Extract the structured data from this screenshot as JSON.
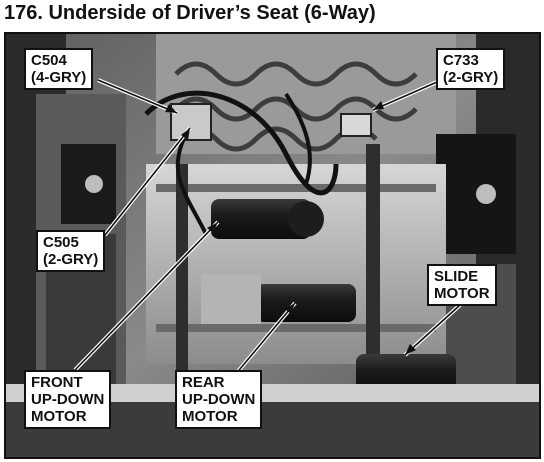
{
  "title": "176. Underside of Driver’s Seat (6-Way)",
  "callouts": {
    "c504": {
      "line1": "C504",
      "line2": "(4-GRY)"
    },
    "c733": {
      "line1": "C733",
      "line2": "(2-GRY)"
    },
    "c505": {
      "line1": "C505",
      "line2": "(2-GRY)"
    },
    "slide_motor": {
      "line1": "SLIDE",
      "line2": "MOTOR"
    },
    "front_motor": {
      "line1": "FRONT",
      "line2": "UP-DOWN",
      "line3": "MOTOR"
    },
    "rear_motor": {
      "line1": "REAR",
      "line2": "UP-DOWN",
      "line3": "MOTOR"
    }
  }
}
